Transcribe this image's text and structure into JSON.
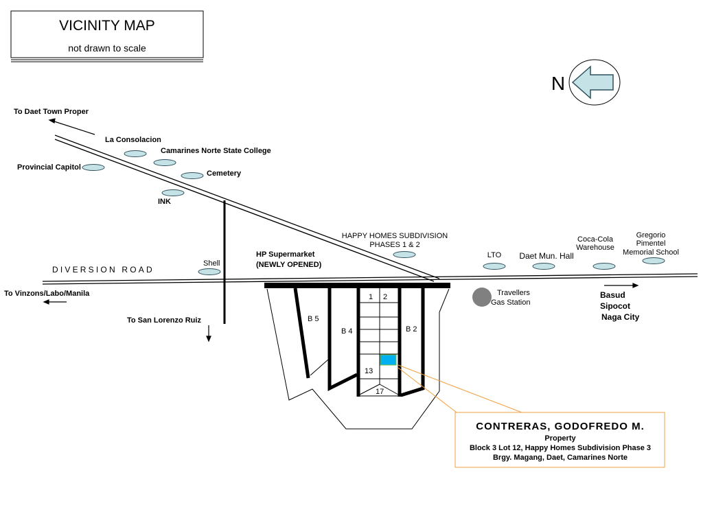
{
  "title": "VICINITY MAP",
  "subtitle": "not drawn to scale",
  "compass": {
    "label": "N"
  },
  "roads": {
    "diversion": "DIVERSION ROAD",
    "to_daet": "To Daet Town Proper",
    "to_vinzons": "To Vinzons/Labo/Manila",
    "to_san_lorenzo": "To San Lorenzo Ruiz",
    "east": [
      "Basud",
      "Sipocot",
      "Naga City"
    ]
  },
  "landmarks": {
    "la_consolacion": "La Consolacion",
    "cnsc": "Camarines Norte State College",
    "provincial_capitol": "Provincial Capitol",
    "cemetery": "Cemetery",
    "ink": "INK",
    "shell": "Shell",
    "hp_supermarket": [
      "HP Supermarket",
      "(NEWLY OPENED)"
    ],
    "happy_homes": [
      "HAPPY HOMES SUBDIVISION",
      "PHASES 1 & 2"
    ],
    "lto": "LTO",
    "mun_hall": "Daet Mun. Hall",
    "coca_cola": [
      "Coca-Cola",
      "Warehouse"
    ],
    "gregorio": [
      "Gregorio",
      "Pimentel",
      "Memorial School"
    ],
    "travellers": [
      "Travellers",
      "Gas Station"
    ]
  },
  "subdivision": {
    "blocks": {
      "b5": "B 5",
      "b4": "B 4",
      "b2": "B 2"
    },
    "lots": {
      "l1": "1",
      "l2": "2",
      "l13": "13",
      "l17": "17"
    }
  },
  "property": {
    "owner": "CONTRERAS, GODOFREDO M.",
    "label": "Property",
    "lot": "Block 3 Lot 12, Happy Homes Subdivision  Phase 3",
    "address": "Brgy. Magang, Daet, Camarines Norte"
  },
  "colors": {
    "highlight": "#00b0f0",
    "accent": "#f0a040",
    "landmark": "#c5e3e6"
  }
}
